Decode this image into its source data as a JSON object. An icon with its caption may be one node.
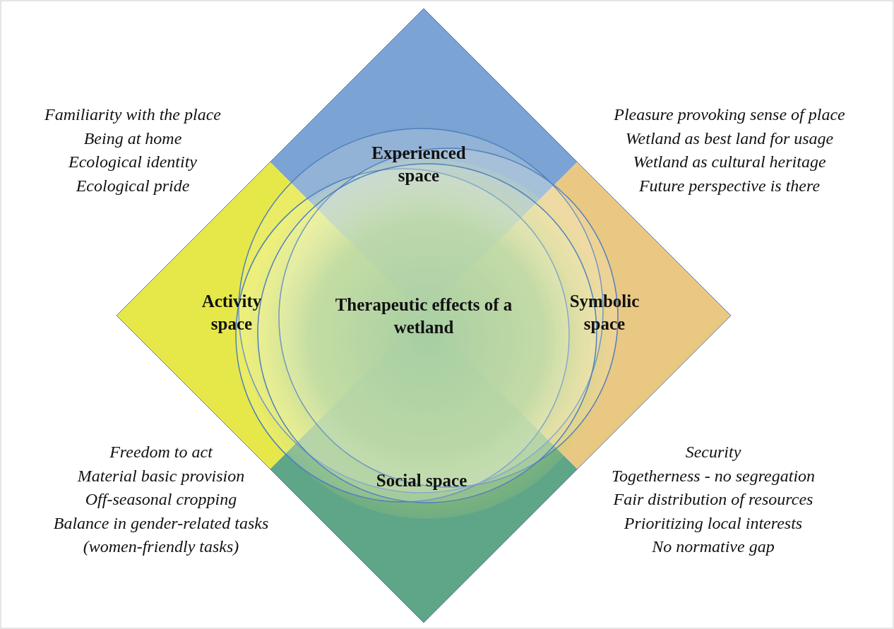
{
  "diagram": {
    "labels": [
      "Familiarity with the place",
      "Being at home",
      "Ecological identity",
      "Ecological pride",
      "Experienced space",
      "Pleasure provoking sense of place",
      "Wetland as best land for usage",
      "Wetland as cultural heritage",
      "Future perspective is there",
      "Activity space",
      "Therapeutic effects of a wetland",
      "Symbolic space",
      "Freedom to act",
      "Material basic provision",
      "Off-seasonal cropping",
      "Balance in gender-related tasks",
      "(women-friendly tasks)",
      "Social space",
      "Security",
      "Togetherness - no segregation",
      "Fair distribution of resources",
      "Prioritizing local interests",
      "No normative gap"
    ]
  }
}
